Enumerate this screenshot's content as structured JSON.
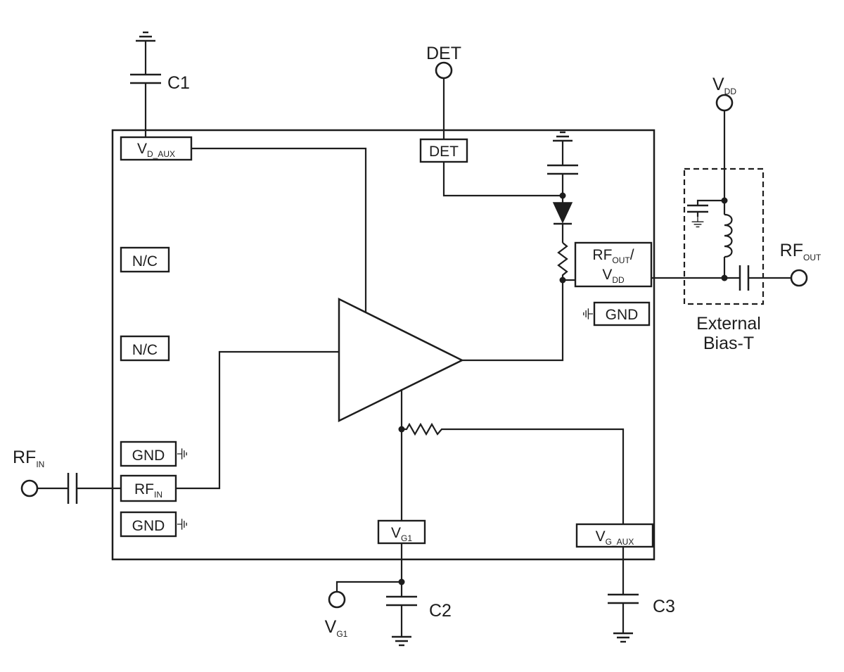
{
  "diagram": {
    "external": {
      "c1_label": "C1",
      "c2_label": "C2",
      "c3_label": "C3",
      "det_port": "DET",
      "vdd_port": {
        "main": "V",
        "sub": "DD"
      },
      "rfout_port": {
        "main": "RF",
        "sub": "OUT"
      },
      "rfin_port": {
        "main": "RF",
        "sub": "IN"
      },
      "vg1_port": {
        "main": "V",
        "sub": "G1"
      },
      "bias_t": {
        "line1": "External",
        "line2": "Bias-T"
      }
    },
    "pins": {
      "vd_aux": {
        "main": "V",
        "sub": "D_AUX"
      },
      "nc_1": "N/C",
      "nc_2": "N/C",
      "gnd_left_top": "GND",
      "rf_in": {
        "main": "RF",
        "sub": "IN"
      },
      "gnd_left_bottom": "GND",
      "det": "DET",
      "rf_out_vdd": {
        "line1_main": "RF",
        "line1_sub": "OUT",
        "line1_slash": "/",
        "line2_main": "V",
        "line2_sub": "DD"
      },
      "gnd_right": "GND",
      "vg1": {
        "main": "V",
        "sub": "G1"
      },
      "vg_aux": {
        "main": "V",
        "sub": "G_AUX"
      }
    }
  }
}
